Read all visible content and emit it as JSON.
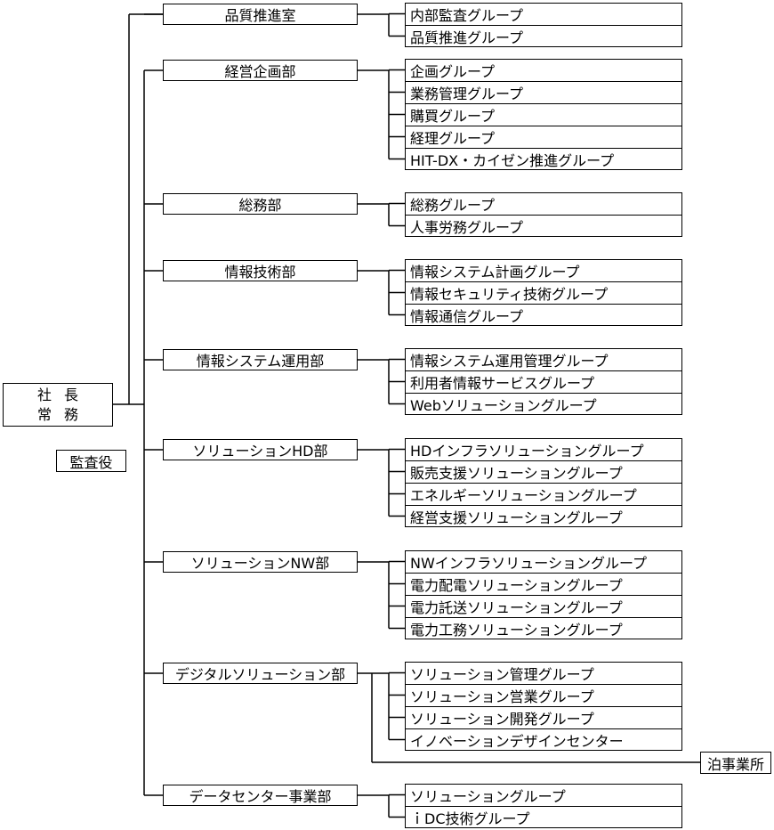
{
  "president": {
    "line1": "社長",
    "line2": "常務"
  },
  "auditor": "監査役",
  "departments": [
    {
      "name": "品質推進室",
      "groups": [
        "内部監査グループ",
        "品質推進グループ"
      ]
    },
    {
      "name": "経営企画部",
      "groups": [
        "企画グループ",
        "業務管理グループ",
        "購買グループ",
        "経理グループ",
        "HIT-DX・カイゼン推進グループ"
      ]
    },
    {
      "name": "総務部",
      "groups": [
        "総務グループ",
        "人事労務グループ"
      ]
    },
    {
      "name": "情報技術部",
      "groups": [
        "情報システム計画グループ",
        "情報セキュリティ技術グループ",
        "情報通信グループ"
      ]
    },
    {
      "name": "情報システム運用部",
      "groups": [
        "情報システム運用管理グループ",
        "利用者情報サービスグループ",
        "Webソリューショングループ"
      ]
    },
    {
      "name": "ソリューションHD部",
      "groups": [
        "HDインフラソリューショングループ",
        "販売支援ソリューショングループ",
        "エネルギーソリューショングループ",
        "経営支援ソリューショングループ"
      ]
    },
    {
      "name": "ソリューションNW部",
      "groups": [
        "NWインフラソリューショングループ",
        "電力配電ソリューショングループ",
        "電力託送ソリューショングループ",
        "電力工務ソリューショングループ"
      ]
    },
    {
      "name": "デジタルソリューション部",
      "groups": [
        "ソリューション管理グループ",
        "ソリューション営業グループ",
        "ソリューション開発グループ",
        "イノベーションデザインセンター"
      ],
      "office": "泊事業所"
    },
    {
      "name": "データセンター事業部",
      "groups": [
        "ソリューショングループ",
        "ｉDC技術グループ"
      ]
    }
  ]
}
